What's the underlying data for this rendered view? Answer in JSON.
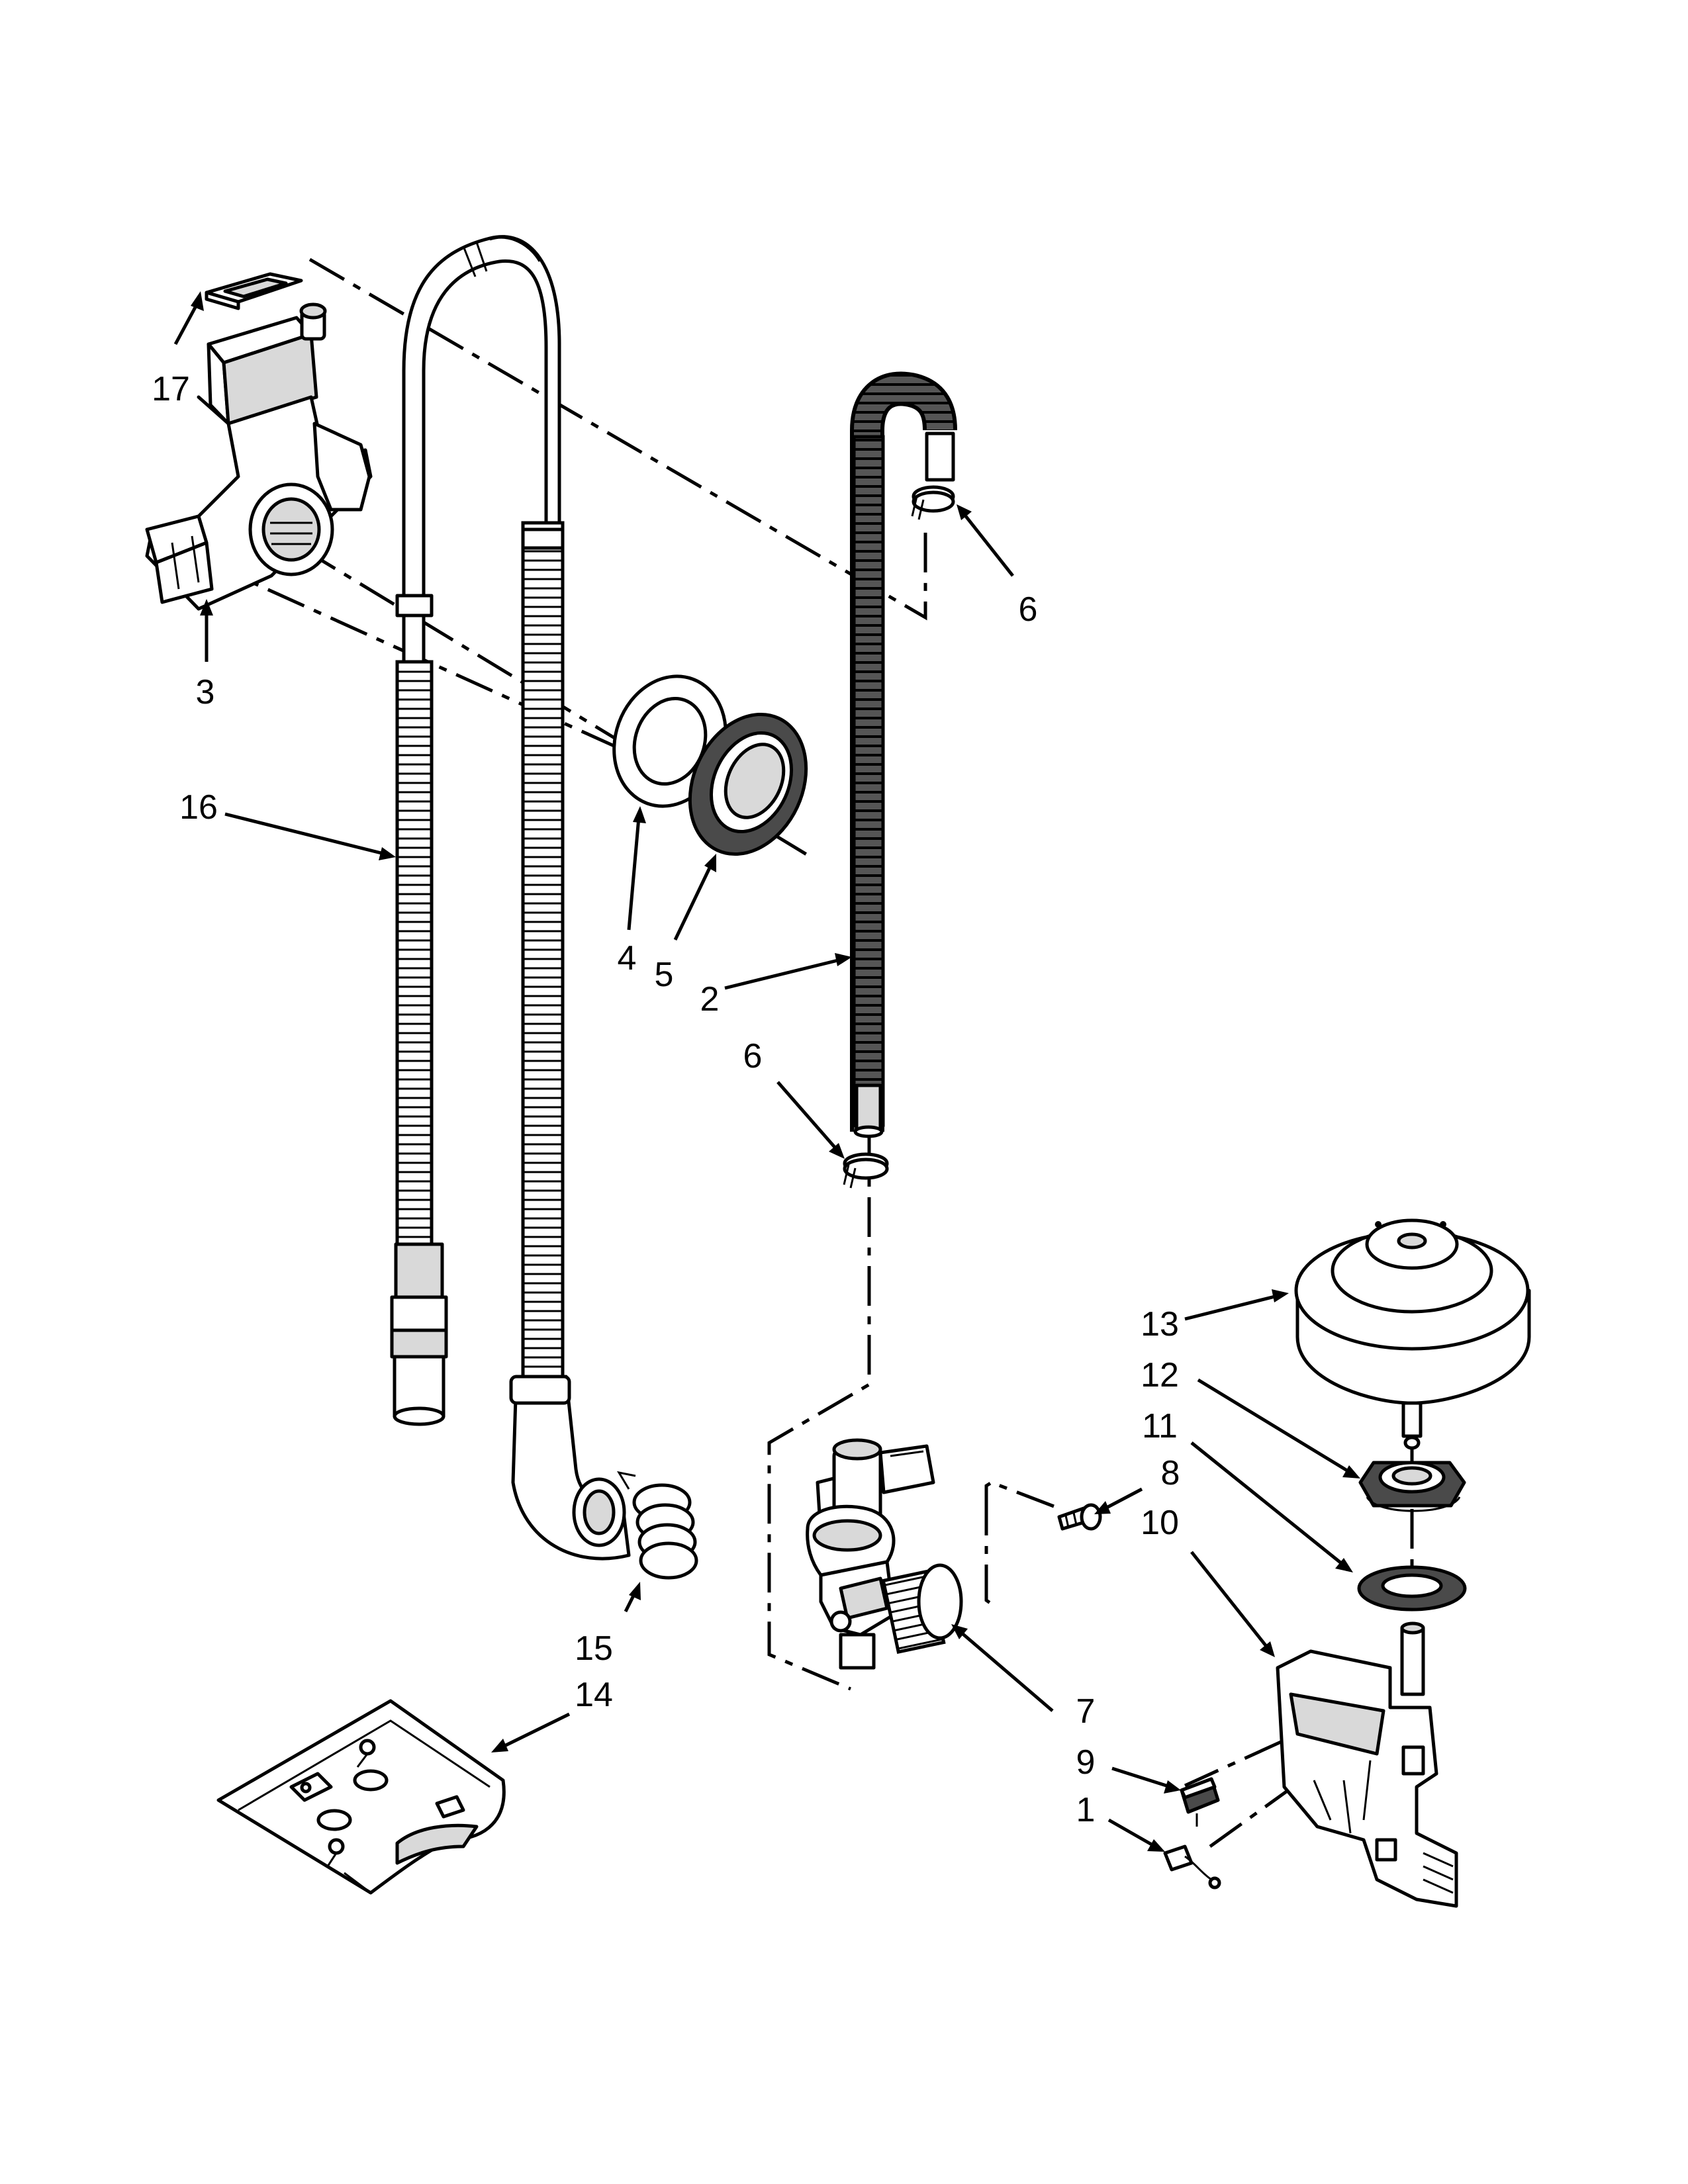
{
  "callouts": [
    {
      "id": "17",
      "label": "17"
    },
    {
      "id": "3",
      "label": "3"
    },
    {
      "id": "16",
      "label": "16"
    },
    {
      "id": "6a",
      "label": "6"
    },
    {
      "id": "4",
      "label": "4"
    },
    {
      "id": "5",
      "label": "5"
    },
    {
      "id": "2",
      "label": "2"
    },
    {
      "id": "6b",
      "label": "6"
    },
    {
      "id": "13",
      "label": "13"
    },
    {
      "id": "12",
      "label": "12"
    },
    {
      "id": "11",
      "label": "11"
    },
    {
      "id": "8",
      "label": "8"
    },
    {
      "id": "10",
      "label": "10"
    },
    {
      "id": "15",
      "label": "15"
    },
    {
      "id": "14",
      "label": "14"
    },
    {
      "id": "7",
      "label": "7"
    },
    {
      "id": "9",
      "label": "9"
    },
    {
      "id": "1",
      "label": "1"
    }
  ],
  "colors": {
    "line": "#000000",
    "fill": "#ffffff",
    "shade": "#d9d9d9",
    "dark": "#4a4a4a"
  }
}
